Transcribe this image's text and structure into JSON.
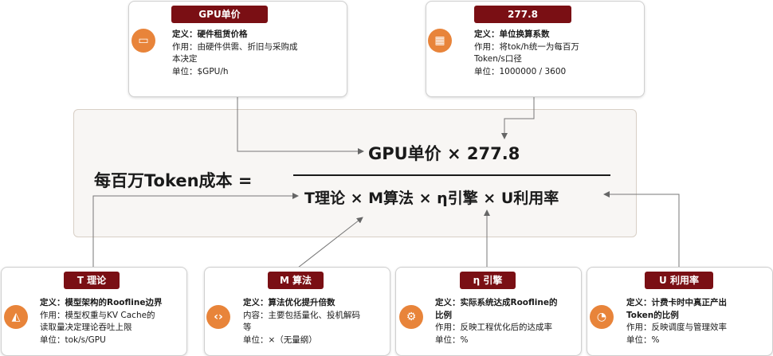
{
  "formula": {
    "lhs": "每百万Token成本 =",
    "numerator": "GPU单价 × 277.8",
    "denominator": "T理论 × M算法 × η引擎 × U利用率"
  },
  "cards": {
    "gpu": {
      "tag": "GPU单价",
      "icon": "monitor-icon",
      "lines": [
        "定义：硬件租赁价格",
        "作用：由硬件供需、折旧与采购成",
        "本决定",
        "单位：$GPU/h"
      ]
    },
    "factor": {
      "tag": "277.8",
      "icon": "calculator-icon",
      "lines": [
        "定义：单位换算系数",
        "作用：将tok/h统一为每百万",
        "Token/s口径",
        "单位：1000000 / 3600"
      ]
    },
    "t": {
      "tag": "T 理论",
      "icon": "area-chart-icon",
      "lines": [
        "定义：模型架构的Roofline边界",
        "作用：模型权重与KV Cache的",
        "读取量决定理论吞吐上限",
        "单位：tok/s/GPU"
      ]
    },
    "m": {
      "tag": "M 算法",
      "icon": "code-icon",
      "lines": [
        "定义：算法优化提升倍数",
        "内容：主要包括量化、投机解码",
        "等",
        "单位：×（无量纲）"
      ]
    },
    "eta": {
      "tag": "η 引擎",
      "icon": "engine-icon",
      "lines": [
        "定义：实际系统达成Roofline的",
        "比例",
        "作用：反映工程优化后的达成率",
        "单位：%"
      ]
    },
    "u": {
      "tag": "U 利用率",
      "icon": "pie-chart-icon",
      "lines": [
        "定义：计费卡时中真正产出",
        "Token的比例",
        "作用：反映调度与管理效率",
        "单位：%"
      ]
    }
  },
  "colors": {
    "tag_bg": "#7a0f14",
    "icon_bg": "#e8843a",
    "arrow": "#555555"
  }
}
